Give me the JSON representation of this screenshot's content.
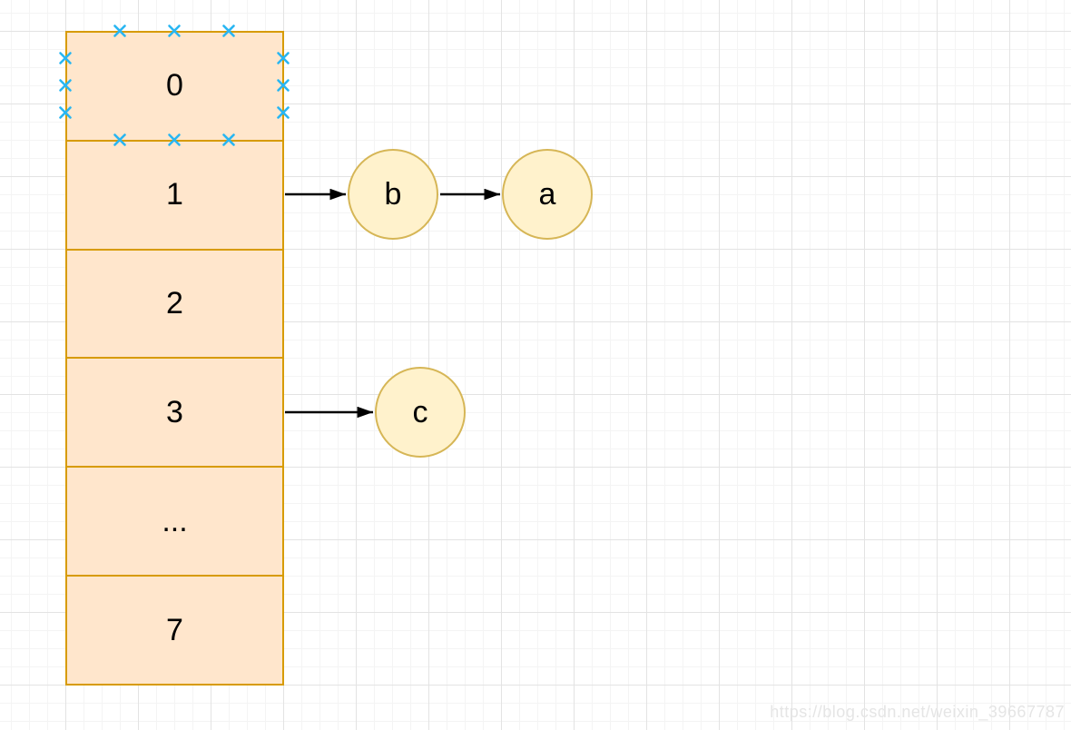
{
  "diagram": {
    "table": {
      "cells": [
        {
          "label": "0"
        },
        {
          "label": "1"
        },
        {
          "label": "2"
        },
        {
          "label": "3"
        },
        {
          "label": "..."
        },
        {
          "label": "7"
        }
      ]
    },
    "nodes": [
      {
        "label": "b"
      },
      {
        "label": "a"
      },
      {
        "label": "c"
      }
    ],
    "edges": [
      {
        "from": "bucket-1",
        "to": "node-b"
      },
      {
        "from": "node-b",
        "to": "node-a"
      },
      {
        "from": "bucket-3",
        "to": "node-c"
      }
    ],
    "colors": {
      "cell_fill": "#FFE6CC",
      "cell_stroke": "#D79B00",
      "node_fill": "#FFF2CC",
      "node_stroke": "#D6B656",
      "arrow": "#000000",
      "connection_point": "#29B6F2",
      "grid_minor": "#F4F4F4",
      "grid_major": "#E3E3E3",
      "watermark_color": "#E5E5E5"
    }
  },
  "watermark": {
    "text": "https://blog.csdn.net/weixin_39667787"
  }
}
